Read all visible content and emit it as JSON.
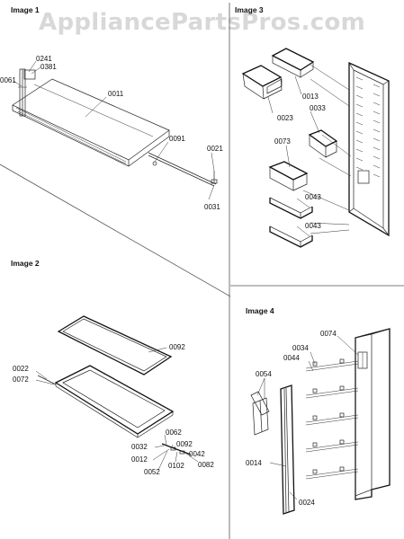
{
  "watermark": "AppliancePartsPros.com",
  "panels": {
    "image1": {
      "title": "Image 1",
      "labels": {
        "l0241": "0241",
        "l0381": "0381",
        "l0061": "0061",
        "l0011": "0011",
        "l0091": "0091",
        "l0021": "0021",
        "l0031": "0031"
      }
    },
    "image2": {
      "title": "Image 2",
      "labels": {
        "l0092": "0092",
        "l0022": "0022",
        "l0072": "0072",
        "l0062": "0062",
        "l0032": "0032",
        "l0092b": "0092",
        "l0042": "0042",
        "l0012": "0012",
        "l0102": "0102",
        "l0082": "0082",
        "l0052": "0052"
      }
    },
    "image3": {
      "title": "Image 3",
      "labels": {
        "l0013": "0013",
        "l0033": "0033",
        "l0023": "0023",
        "l0073": "0073",
        "l0043a": "0043",
        "l0043b": "0043"
      }
    },
    "image4": {
      "title": "Image 4",
      "labels": {
        "l0074": "0074",
        "l0034": "0034",
        "l0044": "0044",
        "l0054": "0054",
        "l0014": "0014",
        "l0024": "0024"
      }
    }
  }
}
